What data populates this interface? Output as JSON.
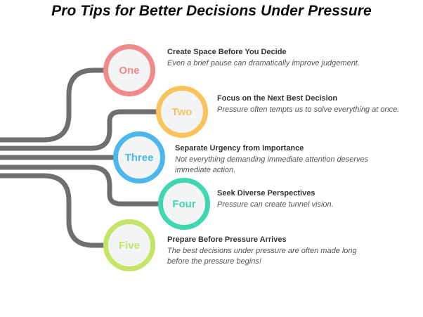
{
  "title": "Pro Tips for Better Decisions Under Pressure",
  "colors": {
    "line": "#6f6f6f",
    "circle_fill": "#f3f4f6",
    "one": "#f08a8a",
    "two": "#f9c35c",
    "three": "#4db6ee",
    "four": "#3fd6b0",
    "five": "#c5e366"
  },
  "tips": [
    {
      "label": "One",
      "heading": "Create Space Before You Decide",
      "description": "Even a brief pause can dramatically improve judgement."
    },
    {
      "label": "Two",
      "heading": "Focus on the Next Best Decision",
      "description": "Pressure often tempts us to solve everything at once."
    },
    {
      "label": "Three",
      "heading": "Separate Urgency from Importance",
      "description": "Not everything demanding immediate attention deserves immediate action."
    },
    {
      "label": "Four",
      "heading": "Seek Diverse Perspectives",
      "description": "Pressure can create tunnel vision."
    },
    {
      "label": "Five",
      "heading": "Prepare Before Pressure Arrives",
      "description": "The best decisions under pressure are often made long before the pressure begins!"
    }
  ]
}
